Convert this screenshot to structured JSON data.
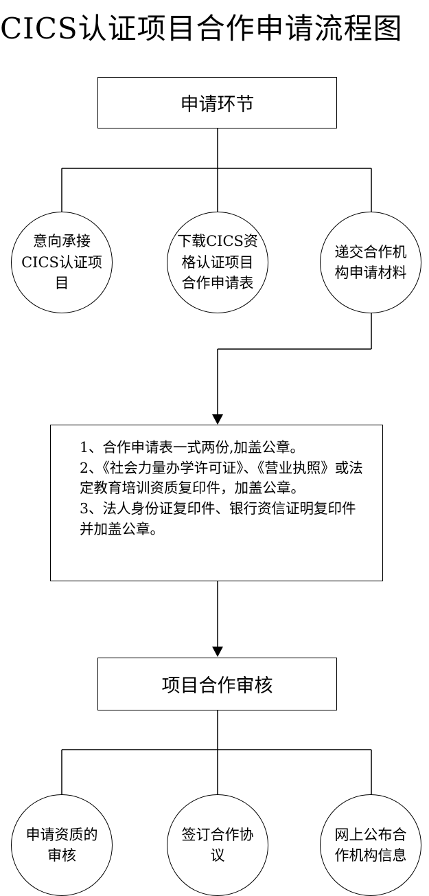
{
  "title": "CICS认证项目合作申请流程图",
  "step1": {
    "label": "申请环节",
    "items": [
      "意向承接CICS认证项目",
      "下载CICS资格认证项目合作申请表",
      "递交合作机构申请材料"
    ]
  },
  "materials": [
    "1、合作申请表一式两份,加盖公章。",
    "2、《社会力量办学许可证》、《营业执照》或法定教育培训资质复印件，加盖公章。",
    "3、法人身份证复印件、银行资信证明复印件并加盖公章。"
  ],
  "step2": {
    "label": "项目合作审核",
    "items": [
      "申请资质的审核",
      "签订合作协议",
      "网上公布合作机构信息"
    ]
  },
  "colors": {
    "line": "#000000",
    "background": "#ffffff"
  }
}
